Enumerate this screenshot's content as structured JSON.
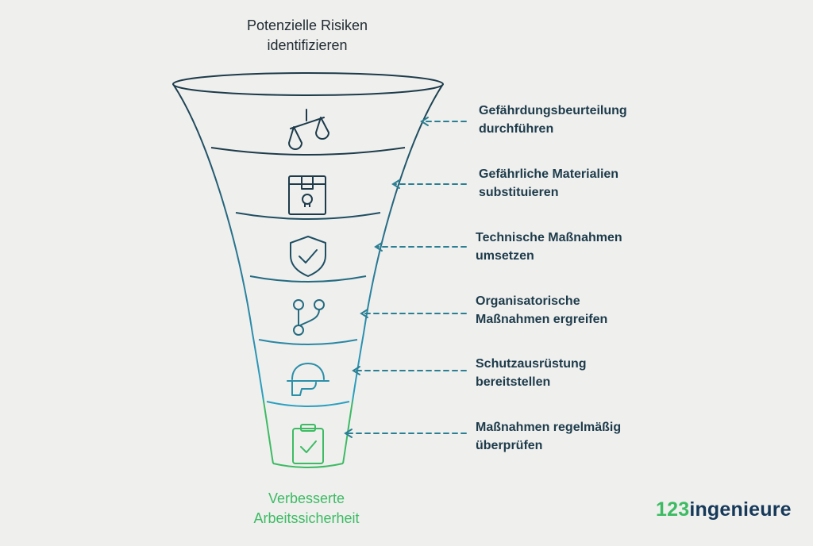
{
  "diagram": {
    "top_title": "Potenzielle Risiken\nidentifizieren",
    "bottom_title": "Verbesserte\nArbeitssicherheit",
    "steps": [
      {
        "label": "Gefährdungsbeurteilung\ndurchführen",
        "icon": "scales-icon"
      },
      {
        "label": "Gefährliche Materialien\nsubstituieren",
        "icon": "hazard-box-icon"
      },
      {
        "label": "Technische Maßnahmen\numsetzen",
        "icon": "shield-check-icon"
      },
      {
        "label": "Organisatorische\nMaßnahmen ergreifen",
        "icon": "branch-icon"
      },
      {
        "label": "Schutzausrüstung\nbereitstellen",
        "icon": "helmet-icon"
      },
      {
        "label": "Maßnahmen regelmäßig\nüberprüfen",
        "icon": "clipboard-check-icon"
      }
    ]
  },
  "logo": {
    "number": "123",
    "word": "ingenieure"
  },
  "colors": {
    "background": "#efefee",
    "funnel_top": "#1d3b4a",
    "funnel_mid": "#2a8fa8",
    "funnel_bottom": "#3dbb63",
    "arrow": "#2a7f93",
    "label_text": "#1d3b4a"
  }
}
